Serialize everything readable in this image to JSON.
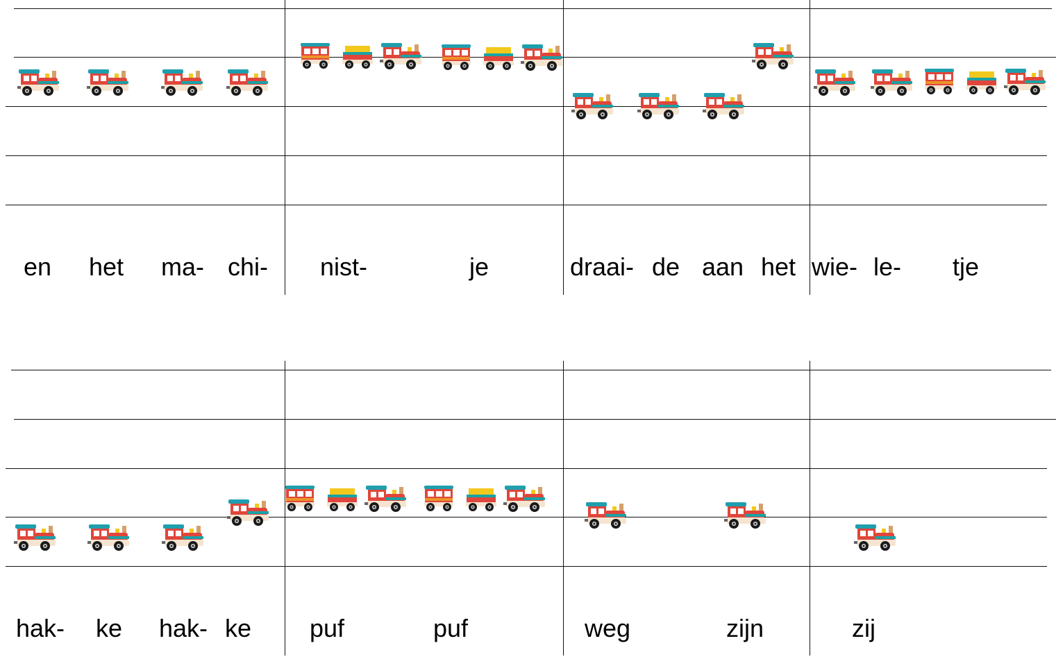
{
  "rows": [
    {
      "measures": [
        {
          "syllables": [
            "en",
            "het",
            "ma-",
            "chi-"
          ],
          "icons": [
            "locomotive-icon",
            "locomotive-icon",
            "locomotive-icon",
            "locomotive-icon"
          ]
        },
        {
          "syllables": [
            "nist-",
            "je"
          ],
          "icons": [
            "train-icon",
            "train-icon"
          ]
        },
        {
          "syllables": [
            "draai-",
            "de",
            "aan",
            "het"
          ],
          "icons": [
            "locomotive-icon",
            "locomotive-icon",
            "locomotive-icon",
            "locomotive-icon"
          ]
        },
        {
          "syllables": [
            "wie-",
            "le-",
            "tje"
          ],
          "icons": [
            "locomotive-icon",
            "locomotive-icon",
            "train-icon"
          ]
        }
      ]
    },
    {
      "measures": [
        {
          "syllables": [
            "hak-",
            "ke",
            "hak-",
            "ke"
          ],
          "icons": [
            "locomotive-icon",
            "locomotive-icon",
            "locomotive-icon",
            "locomotive-icon"
          ]
        },
        {
          "syllables": [
            "puf",
            "puf"
          ],
          "icons": [
            "train-icon",
            "train-icon"
          ]
        },
        {
          "syllables": [
            "weg",
            "zijn"
          ],
          "icons": [
            "locomotive-icon",
            "locomotive-icon"
          ]
        },
        {
          "syllables": [
            "zij"
          ],
          "icons": [
            "locomotive-icon"
          ]
        }
      ]
    }
  ],
  "colors": {
    "body_red": "#e0463b",
    "roof_teal": "#1f9fae",
    "stripe_teal": "#19a3a6",
    "cargo_yellow": "#f3c81d",
    "wood": "#f5e4cf",
    "wheel": "#1a1a1a",
    "stack": "#d6a06b"
  }
}
